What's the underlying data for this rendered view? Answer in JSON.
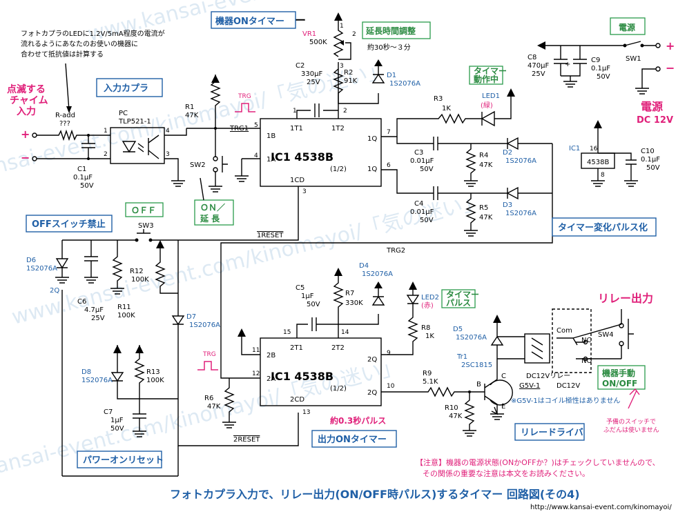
{
  "notes": {
    "photocoupler_note": [
      "フォトカプラのLEDに1.2V/5mA程度の電流が",
      "流れるようにあなたのお使いの機器に",
      "合わせて抵抗値は計算する"
    ],
    "blink_input": [
      "点滅する",
      "チャイム",
      "入力"
    ],
    "warning": [
      "【注意】機器の電源状態(ONかOFFか？)はチェックしていませんので、",
      "その関係の重要な注意は本文をお読みください。"
    ],
    "coil_note": "※G5V-1はコイル極性はありません",
    "switch_note": [
      "予備のスイッチで",
      "ふだんは使いません"
    ],
    "title": "フォトカプラ入力で、リレー出力(ON/OFF時パルス)するタイマー 回路図(その4)",
    "url": "http://www.kansai-event.com/kinomayoi/",
    "watermark": [
      "www.kansai-event.com/kinomayoi/「気の迷い」",
      "kansai-event.com/kinomayoi/「気の迷い」"
    ]
  },
  "labels": {
    "input_coupler": "入力カプラ",
    "timer_on": "機器ONタイマー",
    "extend_adjust": "延長時間調整",
    "extend_range": "約30秒～３分",
    "timer_active": [
      "タイマー",
      "動作中"
    ],
    "power": "電源",
    "power_dc": [
      "電源",
      "DC 12V"
    ],
    "off_switch_disable": "OFFスイッチ禁止",
    "off": "ＯＦＦ",
    "on_extend": [
      "ＯＮ／",
      "延 長"
    ],
    "timer_pulse": "タイマー変化パルス化",
    "timer_pulse_small": [
      "タイマー",
      "パルス"
    ],
    "relay_output": "リレー出力",
    "manual": [
      "機器手動",
      "ON/OFF"
    ],
    "pulse_03": "約0.3秒パルス",
    "output_on_timer": "出力ONタイマー",
    "relay_driver": "リレードライバ",
    "power_on_reset": "パワーオンリセット"
  },
  "parts": {
    "ic1": "IC1  4538B",
    "ic1_half": "(1/2)",
    "ic1_supply": "4538B",
    "vr1": [
      "VR1",
      "500K"
    ],
    "r_add": [
      "R-add",
      "???"
    ],
    "pc": [
      "PC",
      "TLP521-1"
    ],
    "c1": [
      "C1",
      "0.1μF",
      "50V"
    ],
    "r1": [
      "R1",
      "47K"
    ],
    "sw2": "SW2",
    "c2": [
      "C2",
      "330μF",
      "25V"
    ],
    "r2": [
      "R2",
      "91K"
    ],
    "d1": [
      "D1",
      "1S2076A"
    ],
    "r3": [
      "R3",
      "1K"
    ],
    "led1": [
      "LED1",
      "(緑)"
    ],
    "c3": [
      "C3",
      "0.01μF",
      "50V"
    ],
    "r4": [
      "R4",
      "47K"
    ],
    "d2": [
      "D2",
      "1S2076A"
    ],
    "c4": [
      "C4",
      "0.01μF",
      "50V"
    ],
    "r5": [
      "R5",
      "47K"
    ],
    "d3": [
      "D3",
      "1S2076A"
    ],
    "c8": [
      "C8",
      "470μF",
      "25V"
    ],
    "c9": [
      "C9",
      "0.1μF",
      "50V"
    ],
    "sw1": "SW1",
    "ic1_pwr": "IC1",
    "c10": [
      "C10",
      "0.1μF",
      "50V"
    ],
    "sw3": "SW3",
    "d6": [
      "D6",
      "1S2076A"
    ],
    "c6": [
      "C6",
      "4.7μF",
      "25V"
    ],
    "r11": [
      "R11",
      "100K"
    ],
    "r12": [
      "R12",
      "100K"
    ],
    "d7": [
      "D7",
      "1S2076A"
    ],
    "d8": [
      "D8",
      "1S2076A"
    ],
    "r13": [
      "R13",
      "100K"
    ],
    "c7": [
      "C7",
      "1μF",
      "50V"
    ],
    "r6": [
      "R6",
      "47K"
    ],
    "d4": [
      "D4",
      "1S2076A"
    ],
    "c5": [
      "C5",
      "1μF",
      "50V"
    ],
    "r7": [
      "R7",
      "330K"
    ],
    "led2": [
      "LED2",
      "(赤)"
    ],
    "r8": [
      "R8",
      "1K"
    ],
    "d5": [
      "D5",
      "1S2076A"
    ],
    "tr1": [
      "Tr1",
      "2SC1815"
    ],
    "r9": [
      "R9",
      "5.1K"
    ],
    "r10": [
      "R10",
      "47K"
    ],
    "relay": [
      "DC12Vリレー",
      "G5V-1",
      "DC12V"
    ],
    "sw4": "SW4"
  },
  "signals": {
    "trg": "TRG",
    "trg1": "TRG1",
    "trg2": "TRG2",
    "reset1": "1RESET",
    "reset2": "2RESET",
    "q2": "2Q",
    "com": "Com",
    "nc": "NC",
    "no": "NO",
    "b": "B",
    "c": "C",
    "e": "E",
    "plus": "+",
    "minus": "−"
  },
  "ic1_pins": {
    "b1": "1B",
    "a1": "1A",
    "t1": "1T1",
    "t2": "1T2",
    "q1": "1Q",
    "nq1": "1Q",
    "cd1": "1CD"
  },
  "ic2_pins": {
    "b2": "2B",
    "a2": "2A",
    "t1": "2T1",
    "t2": "2T2",
    "nq2": "2Q",
    "q2": "2Q",
    "cd2": "2CD"
  },
  "pin_numbers": [
    "1",
    "2",
    "3",
    "4",
    "5",
    "6",
    "7",
    "9",
    "10",
    "11",
    "12",
    "13",
    "14",
    "15",
    "16",
    "8"
  ],
  "colors": {
    "title_blue": "#1f5fa6",
    "pink": "#e0207a",
    "green": "#2a8a40",
    "watermark": "#c8dcec"
  }
}
